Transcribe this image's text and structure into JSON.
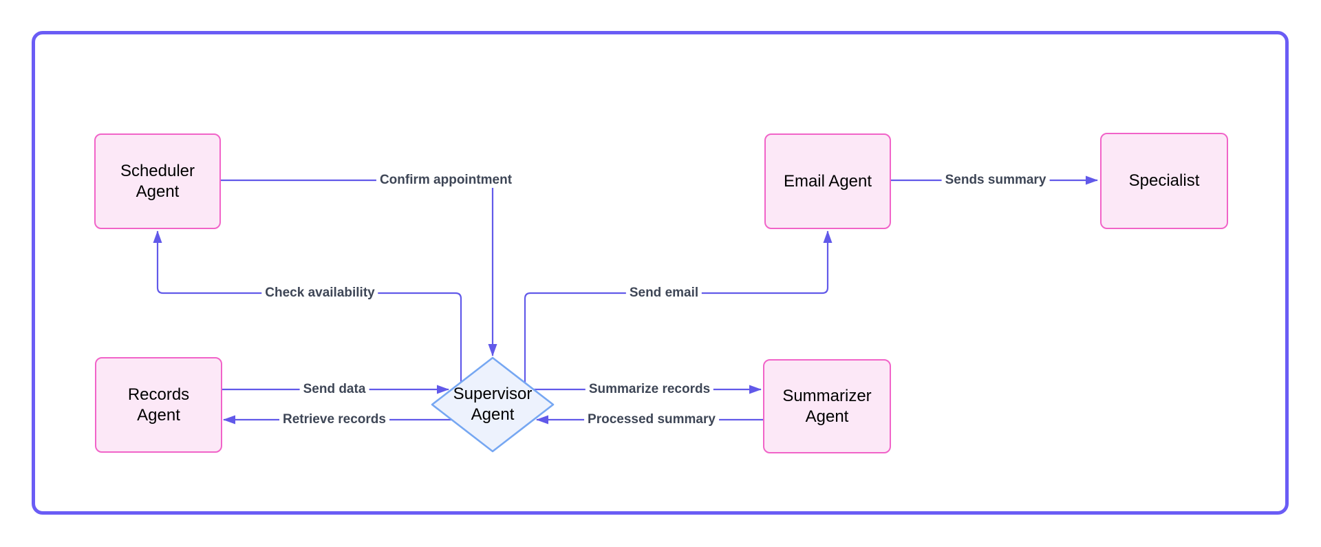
{
  "colors": {
    "background": "#ffffff",
    "frame_border": "#6a5cf5",
    "edge_color": "#6159e9",
    "edge_label_text": "#3e4656",
    "node_fill": "#fce8f7",
    "node_border": "#f163c8",
    "node_label_text": "#000000",
    "diamond_fill": "#edf2fd",
    "diamond_border": "#76a7f2"
  },
  "nodes": [
    {
      "id": "scheduler",
      "shape": "rectangle",
      "label": "Scheduler\nAgent"
    },
    {
      "id": "records",
      "shape": "rectangle",
      "label": "Records\nAgent"
    },
    {
      "id": "email",
      "shape": "rectangle",
      "label": "Email Agent"
    },
    {
      "id": "specialist",
      "shape": "rectangle",
      "label": "Specialist"
    },
    {
      "id": "summarizer",
      "shape": "rectangle",
      "label": "Summarizer\nAgent"
    },
    {
      "id": "supervisor",
      "shape": "diamond",
      "label": "Supervisor\nAgent"
    }
  ],
  "edges": [
    {
      "from": "scheduler",
      "to": "supervisor",
      "label": "Confirm appointment"
    },
    {
      "from": "supervisor",
      "to": "scheduler",
      "label": "Check availability"
    },
    {
      "from": "supervisor",
      "to": "email",
      "label": "Send email"
    },
    {
      "from": "records",
      "to": "supervisor",
      "label": "Send data"
    },
    {
      "from": "supervisor",
      "to": "records",
      "label": "Retrieve records"
    },
    {
      "from": "supervisor",
      "to": "summarizer",
      "label": "Summarize records"
    },
    {
      "from": "summarizer",
      "to": "supervisor",
      "label": "Processed summary"
    },
    {
      "from": "email",
      "to": "specialist",
      "label": "Sends summary"
    }
  ]
}
